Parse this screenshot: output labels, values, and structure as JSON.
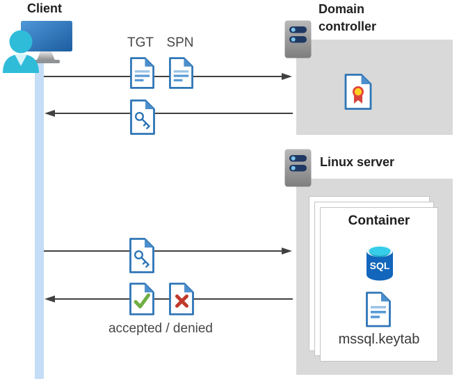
{
  "client": {
    "label": "Client"
  },
  "domain_controller": {
    "label": "Domain controller"
  },
  "linux_server": {
    "label": "Linux server",
    "container": {
      "label": "Container",
      "sql_icon_label": "SQL",
      "keytab_label": "mssql.keytab"
    }
  },
  "flows": {
    "tgt_label": "TGT",
    "spn_label": "SPN",
    "result_caption": "accepted / denied"
  },
  "icons": {
    "client": "user-at-monitor-icon",
    "domain_controller": "server-icon",
    "linux_server": "server-icon",
    "certificate": "certificate-document-icon",
    "tgt": "text-document-icon",
    "spn": "text-document-icon",
    "key_ticket": "key-document-icon",
    "accepted": "check-document-icon",
    "denied": "x-document-icon",
    "sql": "sql-database-icon",
    "keytab": "text-document-icon"
  },
  "colors": {
    "panel_gray": "#d9d9d9",
    "page_border": "#c4c4c4",
    "arrow": "#404040",
    "lifeline_blue": "#c5ddf6",
    "document_border_blue": "#2e75b6",
    "document_fold_blue": "#4d8fcc",
    "document_line_blue": "#5b9bd5",
    "document_line_light": "#9dc3e6",
    "accept_green": "#6fae44",
    "deny_red": "#c0392b",
    "rosette_yellow": "#ffd021",
    "rosette_red": "#e0443c",
    "sql_body_blue": "#1266bb",
    "sql_top_cyan": "#35cdea",
    "server_bar_navy": "#1f3864",
    "person_cyan": "#2fbcd9",
    "monitor_blue": "#2e6fb7"
  }
}
